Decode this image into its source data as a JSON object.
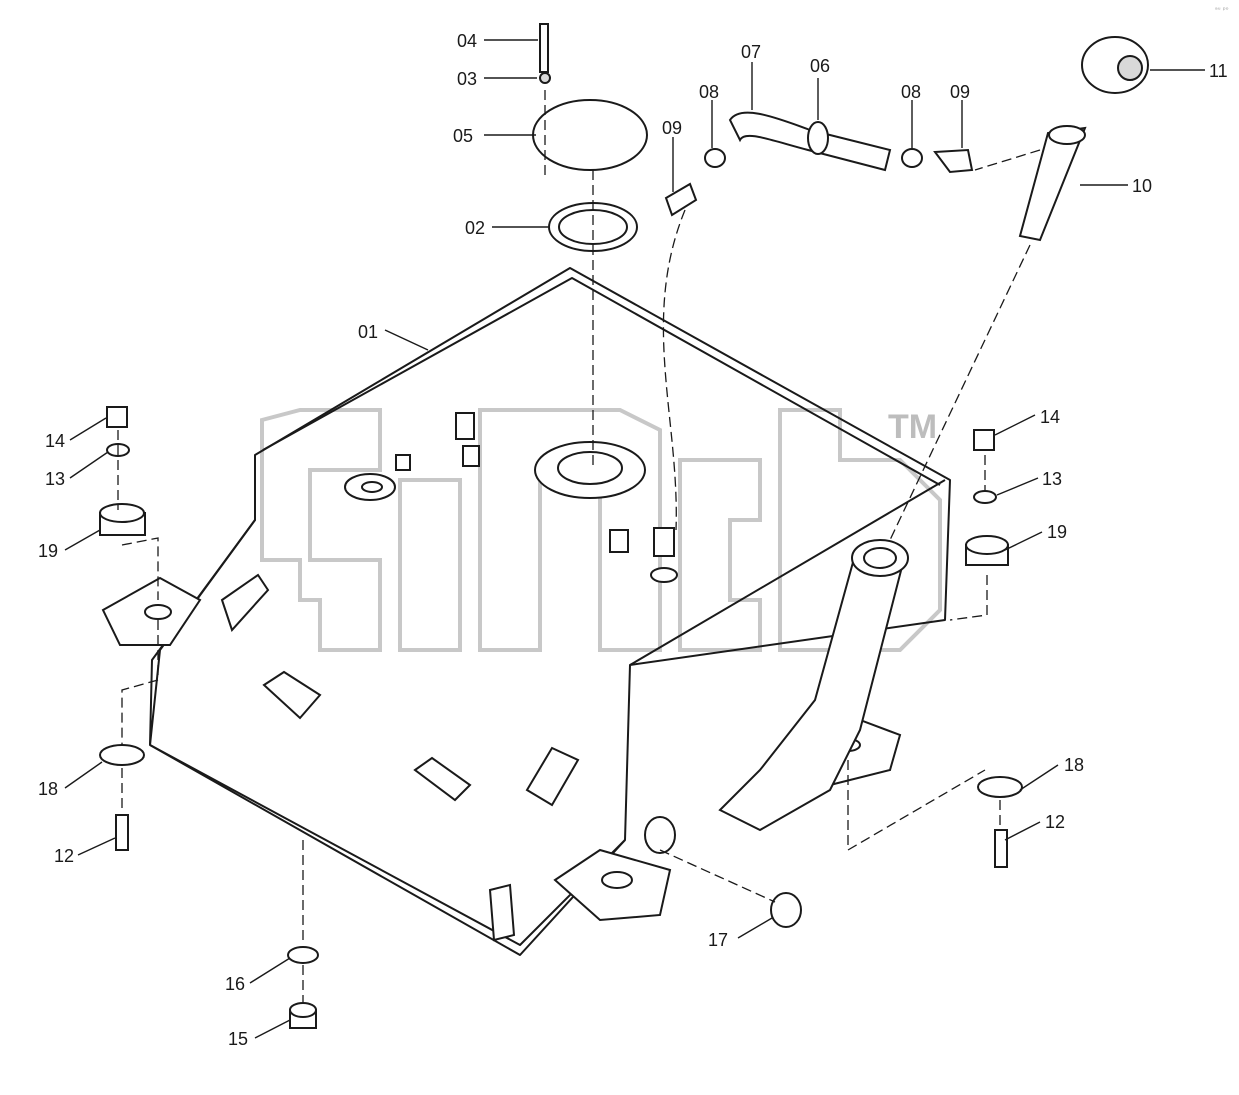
{
  "watermark": {
    "trademark": "TM"
  },
  "corner_mark": "ᵃᵘ ᵖᵒ",
  "labels": {
    "l01": "01",
    "l02": "02",
    "l03": "03",
    "l04": "04",
    "l05": "05",
    "l06": "06",
    "l07": "07",
    "l08a": "08",
    "l08b": "08",
    "l09a": "09",
    "l09b": "09",
    "l10": "10",
    "l11": "11",
    "l12a": "12",
    "l12b": "12",
    "l13a": "13",
    "l13b": "13",
    "l14a": "14",
    "l14b": "14",
    "l15": "15",
    "l16": "16",
    "l17": "17",
    "l18a": "18",
    "l18b": "18",
    "l19a": "19",
    "l19b": "19"
  }
}
